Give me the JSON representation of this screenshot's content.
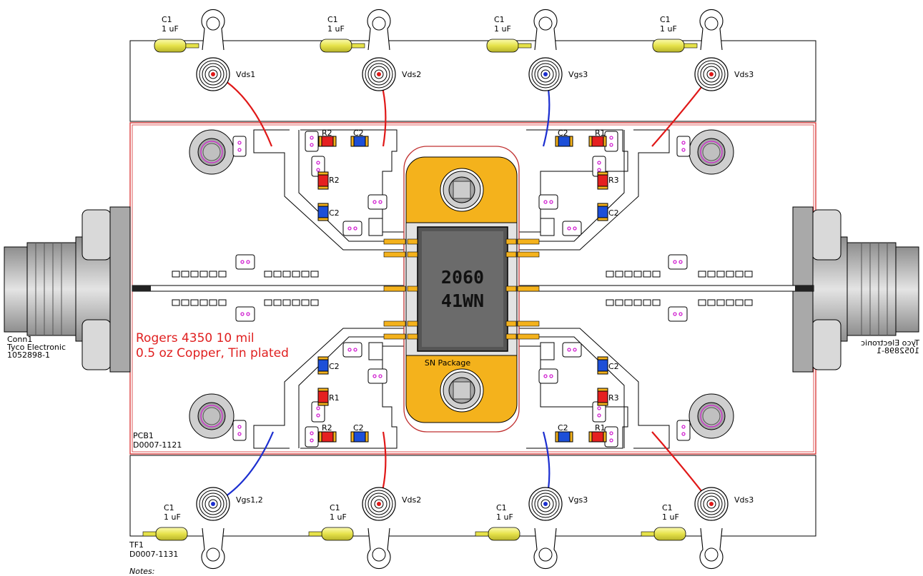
{
  "colors": {
    "pcb_outline": "#d83030",
    "pad_gold": "#f4b21c",
    "resistor": "#e52020",
    "capacitor": "#1d4fd8",
    "wire_red": "#e01818",
    "wire_blue": "#1c2fd0",
    "cap_yellow": "#f2f07a",
    "via_magenta": "#d020d0",
    "connector_gray": "#bdbdbd"
  },
  "labels": {
    "c1": "C1",
    "c1_value": "1 uF",
    "top_posts": [
      "Vds1",
      "Vds2",
      "Vgs3",
      "Vds3"
    ],
    "bottom_posts": [
      "Vgs1,2",
      "Vds2",
      "Vgs3",
      "Vds3"
    ],
    "chip_line1": "2060",
    "chip_line2": "41WN",
    "package": "SN Package",
    "pcb_material_1": "Rogers 4350 10 mil",
    "pcb_material_2": "0.5 oz Copper, Tin plated",
    "pcb_ref": "PCB1",
    "pcb_part": "D0007-1121",
    "fixture_ref": "TF1",
    "fixture_part": "D0007-1131",
    "conn_ref": "Conn1",
    "conn_mfr": "Tyco Electronic",
    "conn_part": "1052898-1",
    "conn_mfr_mirror": "Tyco Electronic",
    "conn_part_mirror": "1052898-1",
    "notes": "Notes:"
  },
  "components": {
    "top_left": {
      "r_h": "R2",
      "c_h": "C2",
      "r_v": "R2",
      "c_v": "C2"
    },
    "top_right": {
      "c_h": "C2",
      "r_h": "R1",
      "r_v": "R3",
      "c_v": "C2"
    },
    "bottom_left": {
      "c_v": "C2",
      "r_v": "R1",
      "r_h": "R2",
      "c_h": "C2"
    },
    "bottom_right": {
      "c_v": "C2",
      "r_v": "R3",
      "c_h": "C2",
      "r_h": "R1"
    }
  }
}
